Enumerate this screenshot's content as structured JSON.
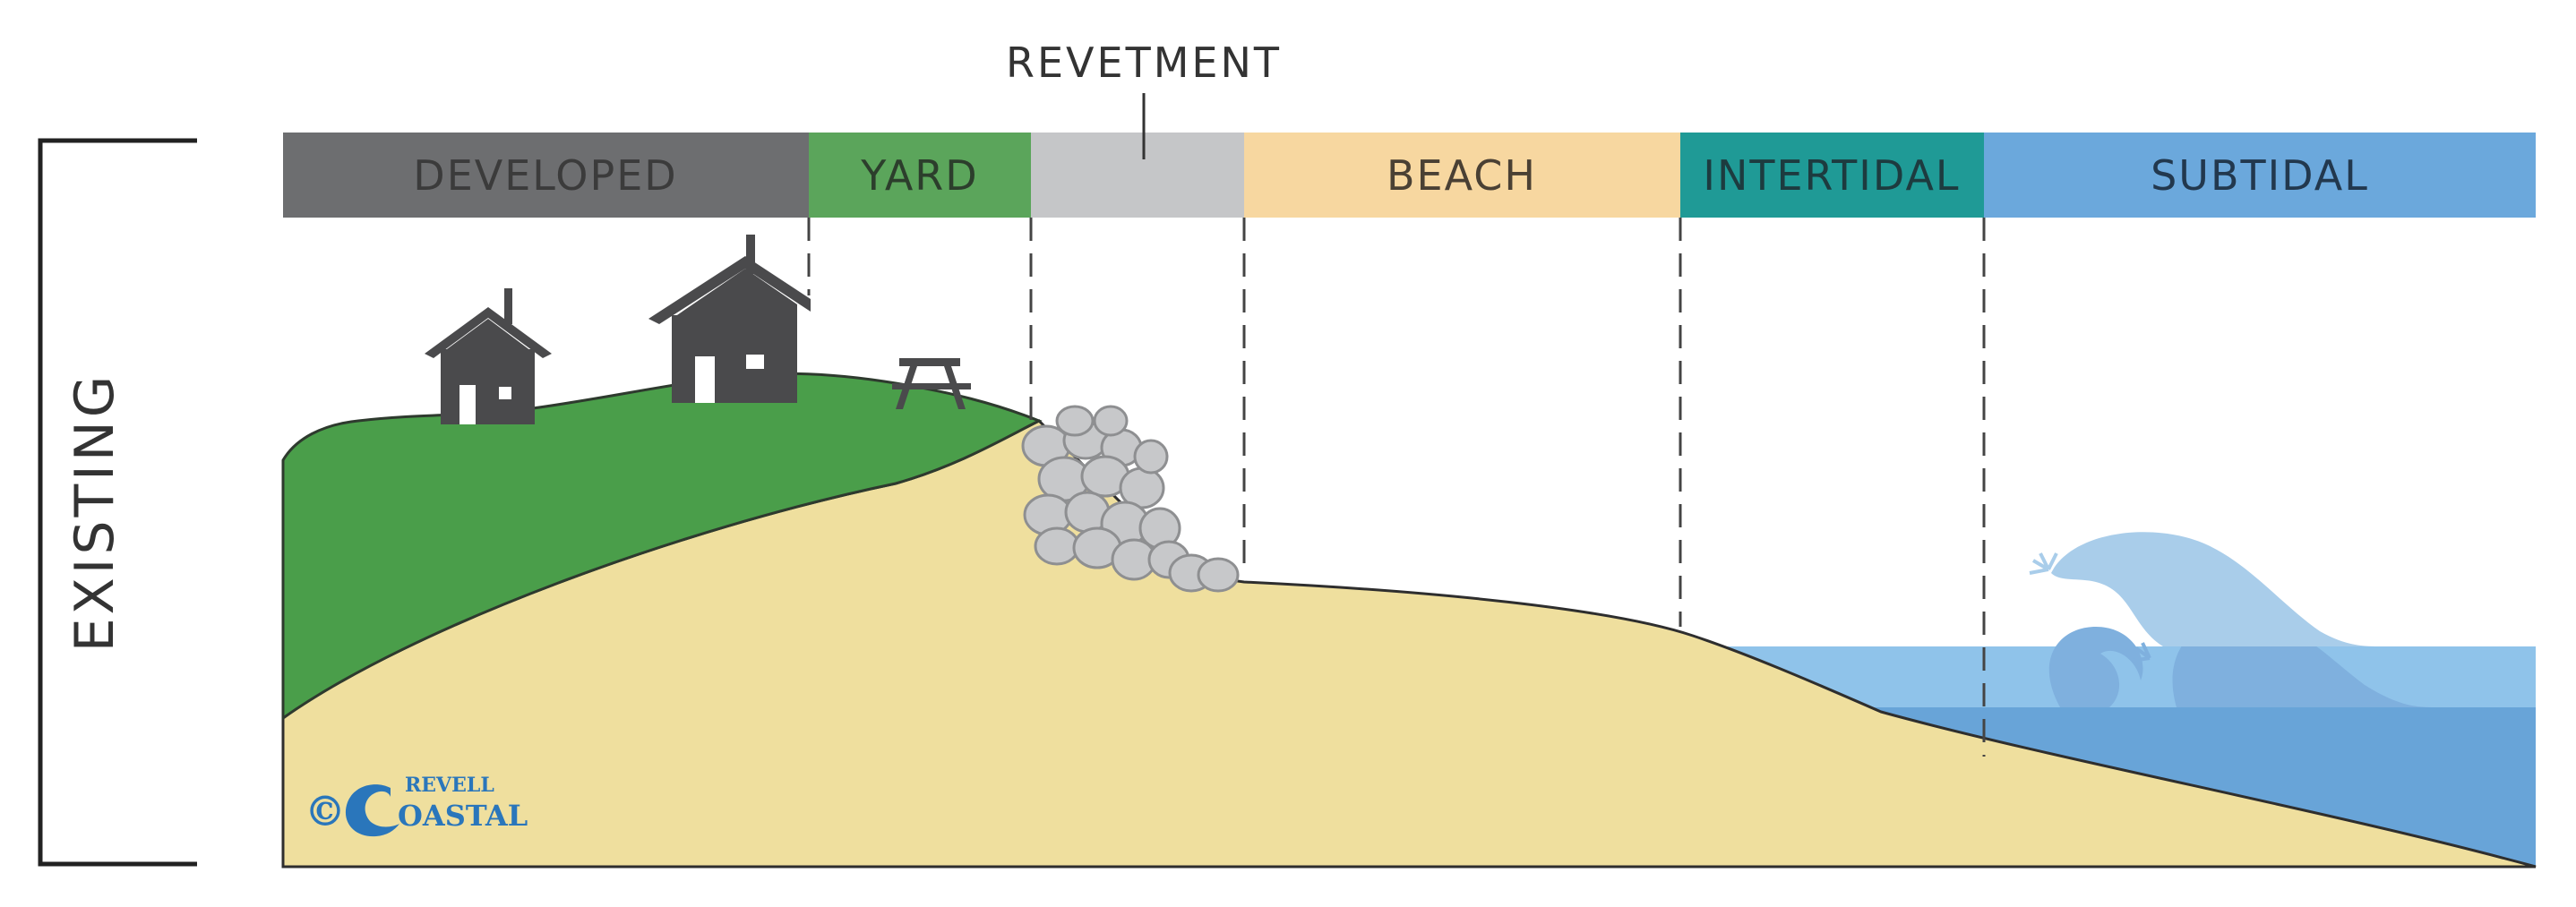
{
  "side_label": "EXISTING",
  "callout_label": "REVETMENT",
  "zones": [
    {
      "id": "developed",
      "label": "DEVELOPED",
      "color": "#6d6e70",
      "text_color": "#3b3b3b"
    },
    {
      "id": "yard",
      "label": "YARD",
      "color": "#5ba55b",
      "text_color": "#2c3e2c"
    },
    {
      "id": "revetment",
      "label": "",
      "color": "#c5c6c8",
      "text_color": "#333333"
    },
    {
      "id": "beach",
      "label": "BEACH",
      "color": "#f7d7a0",
      "text_color": "#4a4034"
    },
    {
      "id": "intertidal",
      "label": "INTERTIDAL",
      "color": "#1f9a96",
      "text_color": "#1d3b3f"
    },
    {
      "id": "subtidal",
      "label": "SUBTIDAL",
      "color": "#6ba8dc",
      "text_color": "#22384e"
    }
  ],
  "colors": {
    "sand": "#efdf9e",
    "grass": "#4a9e4a",
    "house": "#4a4a4c",
    "rock_fill": "#c7c8ca",
    "rock_stroke": "#8e8f91",
    "water_light": "#8fc3ea",
    "water_dark": "#68a4d8",
    "wave_light": "#a9cdea",
    "wave_dark": "#7fb0de",
    "logo": "#2a76bb"
  },
  "logo": {
    "symbol": "©",
    "word_top": "REVELL",
    "word_main": "OASTAL",
    "icon": "wave-c-logo-icon"
  }
}
